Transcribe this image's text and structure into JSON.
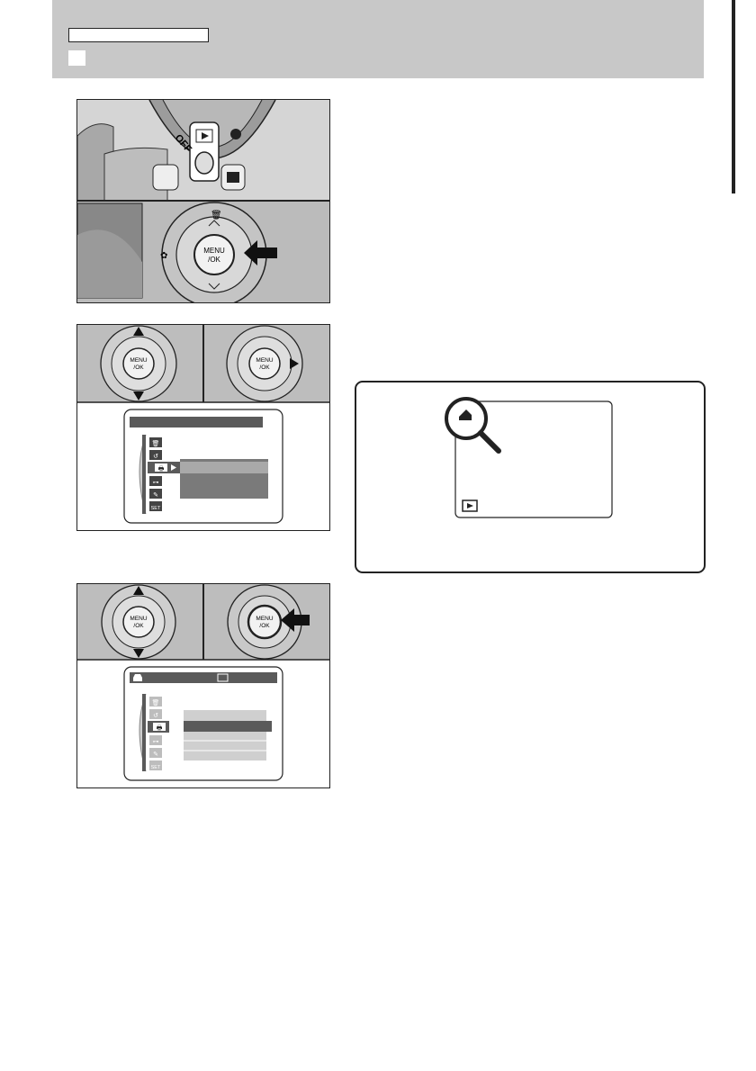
{
  "figures": {
    "step1": {
      "mode_switch_labels": [
        "OFF",
        "▶"
      ],
      "button_label": [
        "MENU",
        "/OK"
      ]
    },
    "step2": {
      "button_label": [
        "MENU",
        "/OK"
      ],
      "menu_icons": [
        "🗑",
        "↺",
        "🖶",
        "⊶",
        "✎",
        "SET"
      ]
    },
    "step3": {
      "button_label": [
        "MENU",
        "/OK"
      ],
      "menu_icons": [
        "🗑",
        "↺",
        "🖶",
        "⊶",
        "✎",
        "SET"
      ]
    }
  },
  "magnifier_panel": {
    "print_icon": "print-order-icon",
    "playback_icon": "playback-icon"
  },
  "colors": {
    "header_gray": "#c8c8c8",
    "menu_dark": "#5a5a5a",
    "menu_mid": "#9a9a9a",
    "camera_body": "#b8b8b8"
  }
}
